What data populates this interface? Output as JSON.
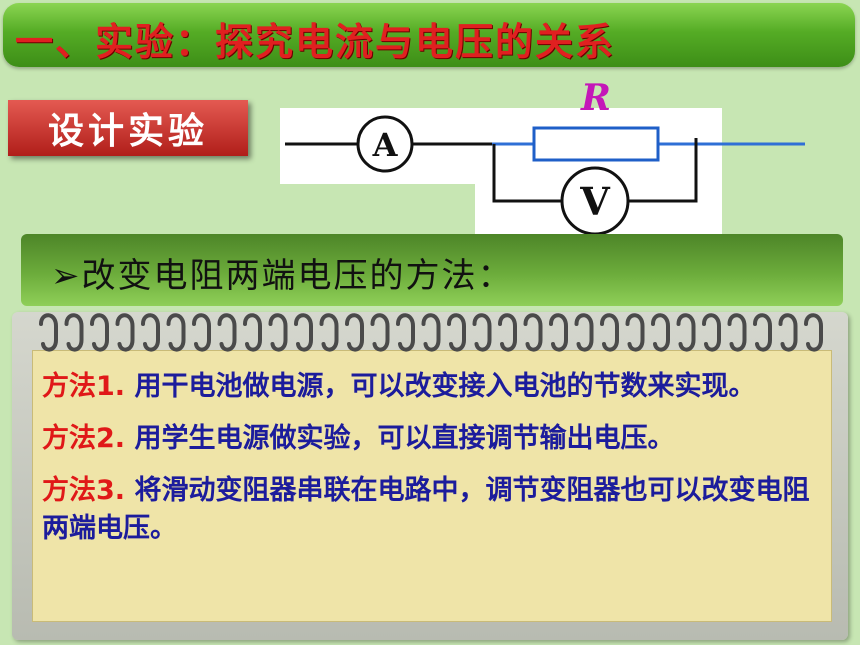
{
  "header": {
    "title": "一、实验：探究电流与电压的关系"
  },
  "badge": {
    "label": "设计实验"
  },
  "circuit": {
    "resistor_label": "R",
    "ammeter_label": "A",
    "voltmeter_label": "V"
  },
  "heading": {
    "text": "➢改变电阻两端电压的方法："
  },
  "methods": [
    {
      "label": "方法1.",
      "text": "用干电池做电源，可以改变接入电池的节数来实现。"
    },
    {
      "label": "方法2.",
      "text": "用学生电源做实验，可以直接调节输出电压。"
    },
    {
      "label": "方法3.",
      "text": "将滑动变阻器串联在电路中，调节变阻器也可以改变电阻两端电压。"
    }
  ]
}
